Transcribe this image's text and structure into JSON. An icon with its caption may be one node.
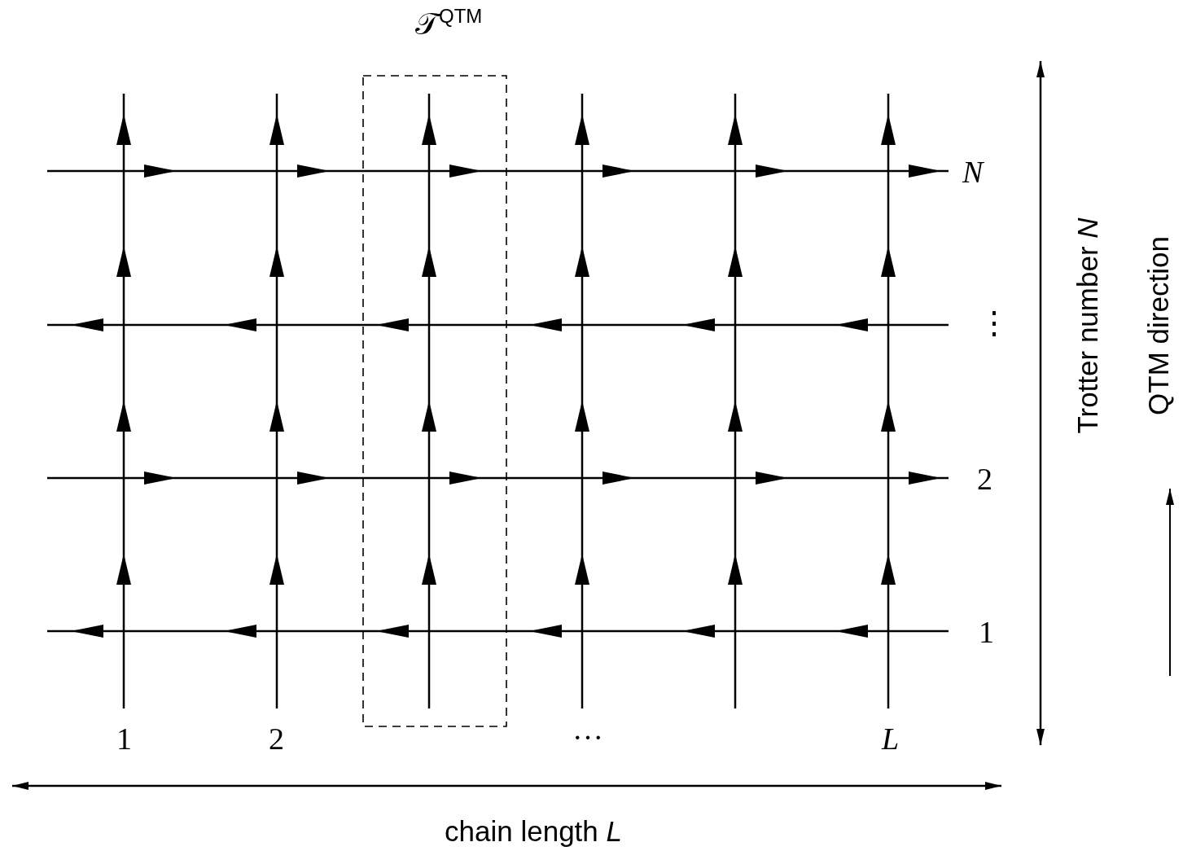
{
  "diagram": {
    "nodes": [
      {
        "text": [
          "𝒯$^{QTM}$"
        ]
      }
    ],
    "edges": [],
    "labels": [
      "N",
      "⋮",
      "2",
      "1",
      "1",
      "2",
      "…",
      "L",
      "Trotter number *N*",
      "QTM direction",
      "chain length *L*"
    ]
  }
}
